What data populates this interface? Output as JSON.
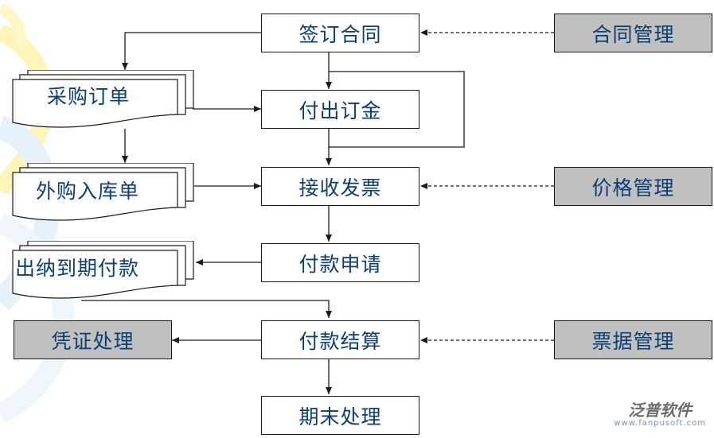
{
  "boxes": {
    "sign_contract": "签订合同",
    "pay_deposit": "付出订金",
    "receive_invoice": "接收发票",
    "payment_request": "付款申请",
    "payment_settlement": "付款结算",
    "period_end": "期末处理",
    "contract_mgmt": "合同管理",
    "price_mgmt": "价格管理",
    "bill_mgmt": "票据管理",
    "voucher_processing": "凭证处理"
  },
  "documents": {
    "purchase_order": "采购订单",
    "purchase_receipt": "外购入库单",
    "cashier_due_payment": "出纳到期付款"
  },
  "logo": {
    "brand": "泛普软件",
    "url": "www.fanpusoft.com"
  },
  "colors": {
    "text": "#0b3f73",
    "gray_box": "#c0c0c0",
    "line": "#1a1a1a"
  }
}
